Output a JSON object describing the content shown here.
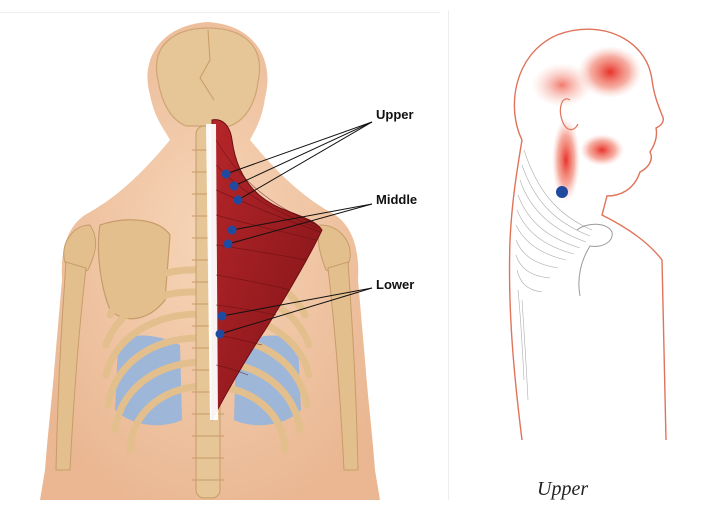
{
  "labels": {
    "upper": "Upper",
    "middle": "Middle",
    "lower": "Lower"
  },
  "caption": "Upper",
  "colors": {
    "skin": "#f2c8a6",
    "bone": "#e3bf8e",
    "muscle": "#a11d20",
    "lung": "#8fb4e0",
    "trigger_point": "#1f4aa0",
    "referred_pain": "#e8322a",
    "outline": "#e0735a"
  },
  "icons": {
    "trigger_point": "trigger-point-dot"
  }
}
